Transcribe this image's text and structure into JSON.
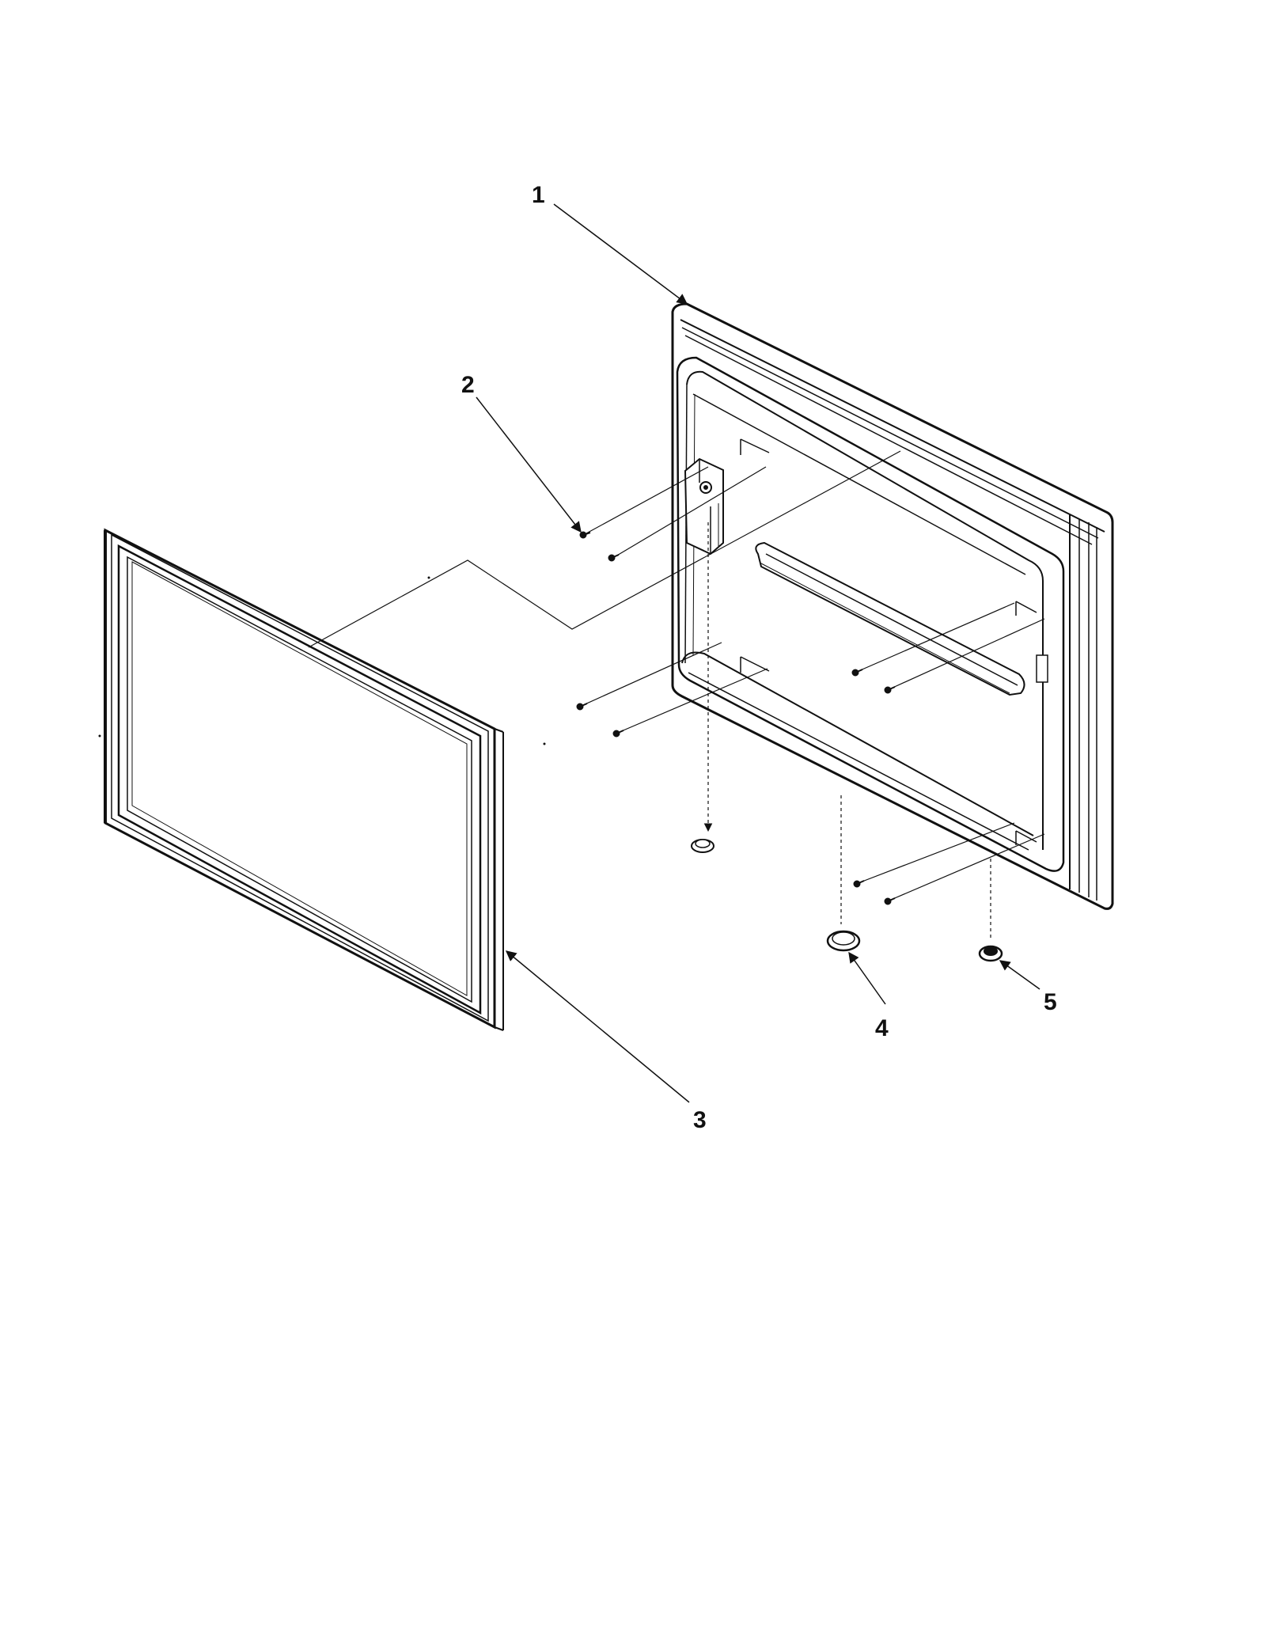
{
  "diagram": {
    "callouts": [
      {
        "id": "part-1",
        "number": "1"
      },
      {
        "id": "part-2",
        "number": "2"
      },
      {
        "id": "part-3",
        "number": "3"
      },
      {
        "id": "part-4",
        "number": "4"
      },
      {
        "id": "part-5",
        "number": "5"
      }
    ]
  },
  "colors": {
    "line": "#111111",
    "paper": "#ffffff",
    "panel": "#f7f7f7"
  }
}
